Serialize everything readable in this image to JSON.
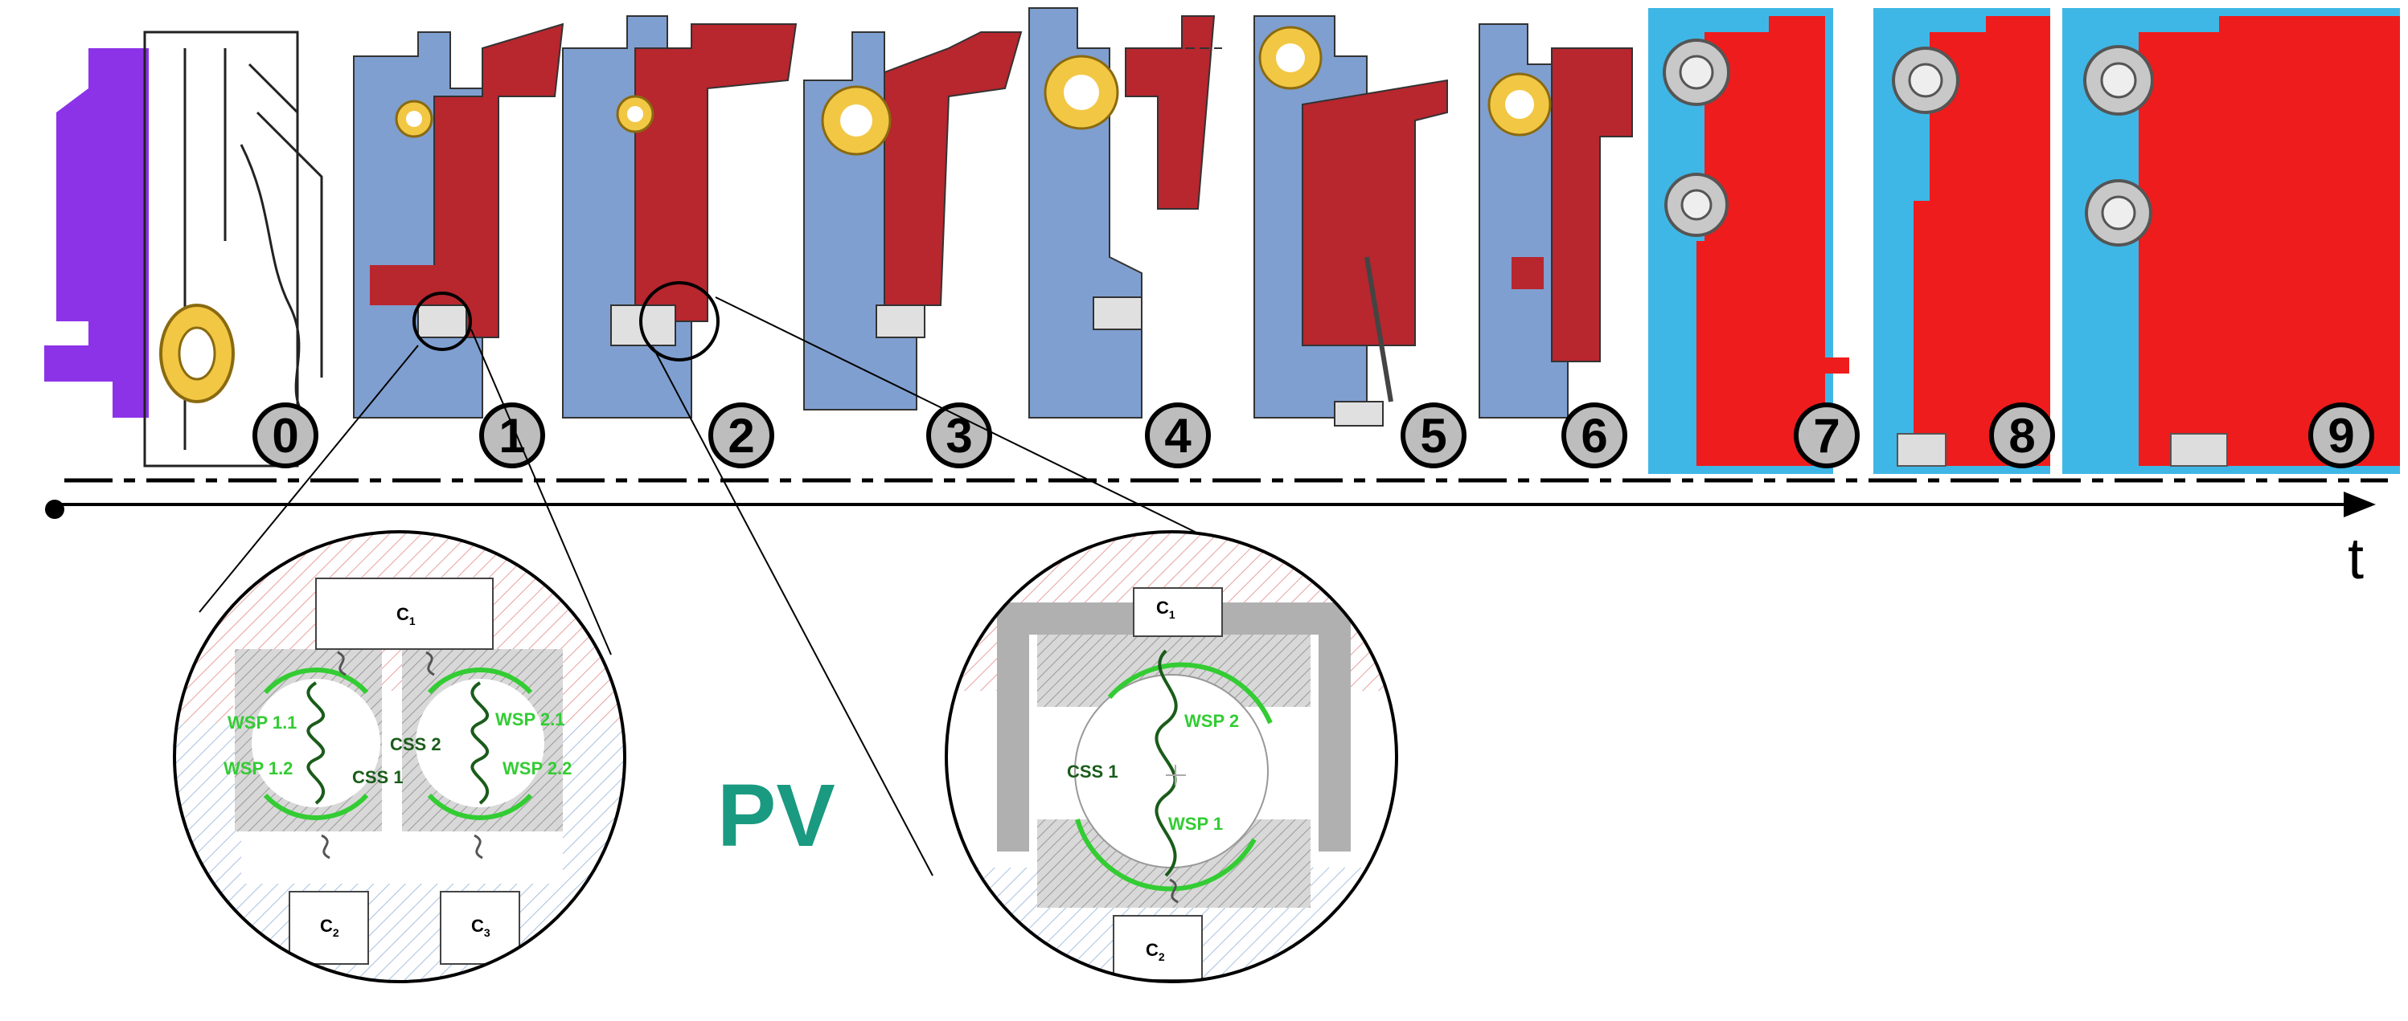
{
  "stage_numbers": [
    "0",
    "1",
    "2",
    "3",
    "4",
    "5",
    "6",
    "7",
    "8",
    "9"
  ],
  "time_axis_label": "t",
  "center_label": "PV",
  "detail_left": {
    "c1": "C",
    "c1_sub": "1",
    "c2": "C",
    "c2_sub": "2",
    "c3": "C",
    "c3_sub": "3",
    "wsp_1_1": "WSP 1.1",
    "wsp_1_2": "WSP 1.2",
    "wsp_2_1": "WSP 2.1",
    "wsp_2_2": "WSP 2.2",
    "css_1": "CSS 1",
    "css_2": "CSS 2"
  },
  "detail_right": {
    "c1": "C",
    "c1_sub": "1",
    "c2": "C",
    "c2_sub": "2",
    "wsp_1": "WSP 1",
    "wsp_2": "WSP 2",
    "css_1": "CSS 1"
  },
  "colors": {
    "housing_blue": "#7f9fd0",
    "housing_cyan": "#3fb7e6",
    "part_red": "#b8262e",
    "part_bright_red": "#ee1c1c",
    "bearing_yellow": "#f2c744",
    "legacy_purple": "#8c33e8",
    "spring_green": "#33cc33",
    "css_dark_green": "#1a5c1a",
    "pv_teal": "#1a9a80"
  }
}
